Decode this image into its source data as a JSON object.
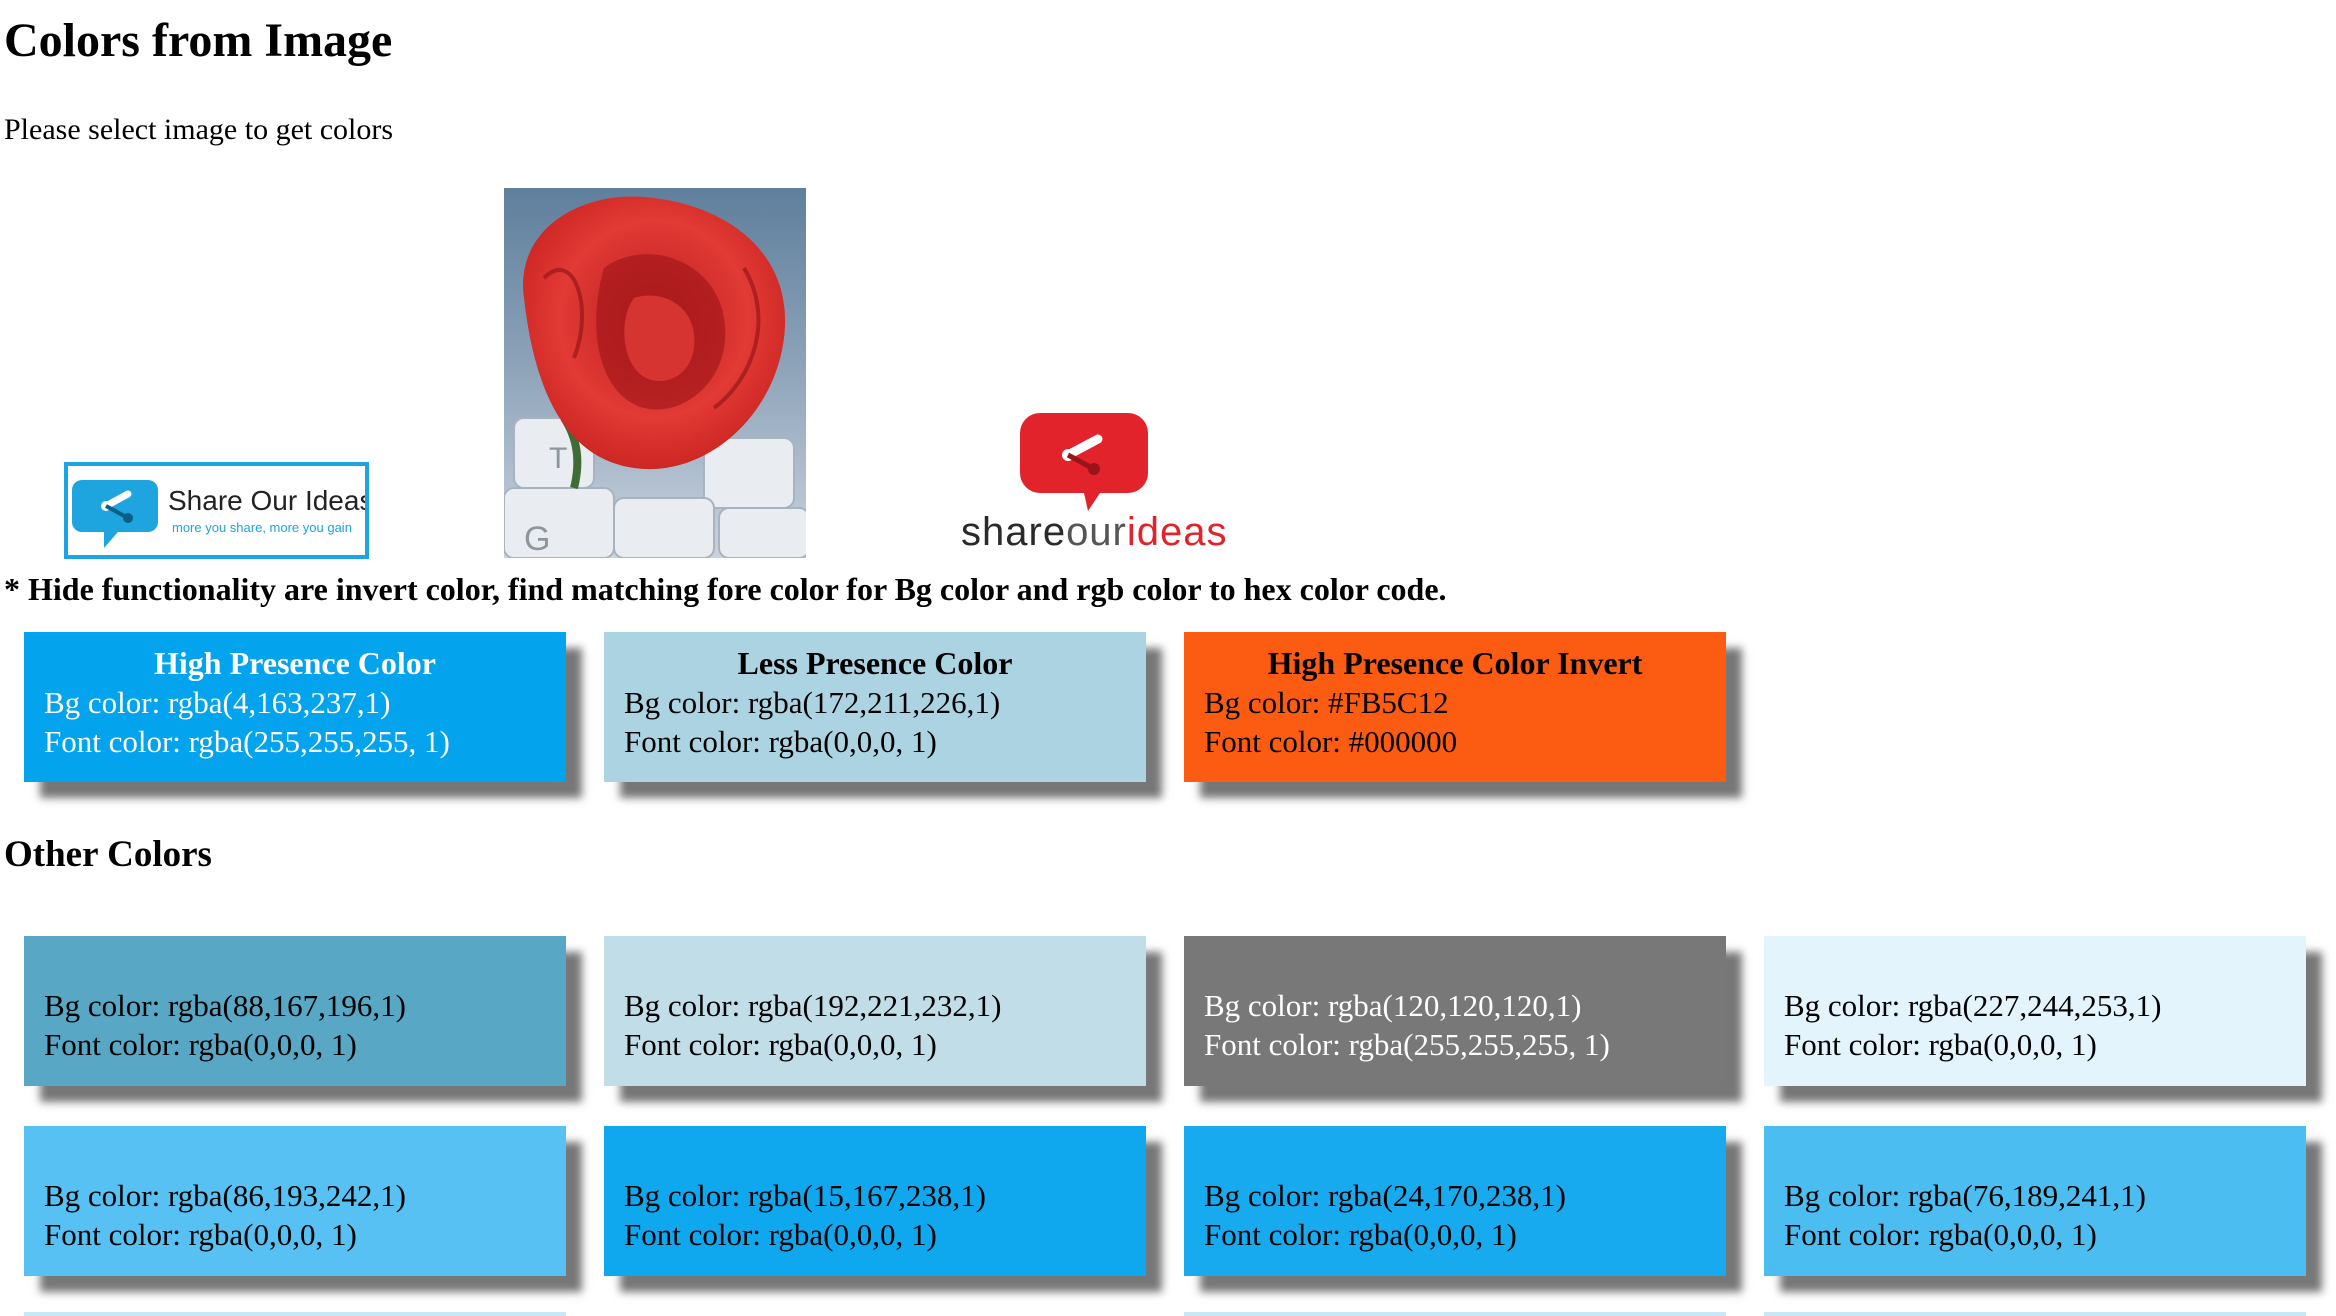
{
  "page": {
    "title": "Colors from Image",
    "subtitle": "Please select image to get colors",
    "note": "* Hide functionality are invert color, find matching fore color for Bg color and rgb color to hex color code.",
    "other_title": "Other Colors"
  },
  "images": {
    "logo1": {
      "brand": "Share Our Ideas",
      "tagline": "more you share, more you gain"
    },
    "logo2": {
      "part1": "share",
      "part2": "our",
      "part3": "ideas"
    },
    "rose_keys": [
      "T",
      "G"
    ]
  },
  "primary": [
    {
      "title": "High Presence Color",
      "bg_label": "Bg color: rgba(4,163,237,1)",
      "font_label": "Font color: rgba(255,255,255, 1)",
      "bg": "#04a3ed",
      "fg": "#ffffff"
    },
    {
      "title": "Less Presence Color",
      "bg_label": "Bg color: rgba(172,211,226,1)",
      "font_label": "Font color: rgba(0,0,0, 1)",
      "bg": "#acd3e2",
      "fg": "#000000"
    },
    {
      "title": "High Presence Color Invert",
      "bg_label": "Bg color: #FB5C12",
      "font_label": "Font color: #000000",
      "bg": "#fb5c12",
      "fg": "#000000"
    }
  ],
  "others": [
    {
      "bg_label": "Bg color: rgba(88,167,196,1)",
      "font_label": "Font color: rgba(0,0,0, 1)",
      "bg": "#58a7c4",
      "fg": "#000000"
    },
    {
      "bg_label": "Bg color: rgba(192,221,232,1)",
      "font_label": "Font color: rgba(0,0,0, 1)",
      "bg": "#c0dde8",
      "fg": "#000000"
    },
    {
      "bg_label": "Bg color: rgba(120,120,120,1)",
      "font_label": "Font color: rgba(255,255,255, 1)",
      "bg": "#787878",
      "fg": "#ffffff"
    },
    {
      "bg_label": "Bg color: rgba(227,244,253,1)",
      "font_label": "Font color: rgba(0,0,0, 1)",
      "bg": "#e3f4fd",
      "fg": "#000000"
    },
    {
      "bg_label": "Bg color: rgba(86,193,242,1)",
      "font_label": "Font color: rgba(0,0,0, 1)",
      "bg": "#56c1f2",
      "fg": "#000000"
    },
    {
      "bg_label": "Bg color: rgba(15,167,238,1)",
      "font_label": "Font color: rgba(0,0,0, 1)",
      "bg": "#0fa7ee",
      "fg": "#000000"
    },
    {
      "bg_label": "Bg color: rgba(24,170,238,1)",
      "font_label": "Font color: rgba(0,0,0, 1)",
      "bg": "#18aaee",
      "fg": "#000000"
    },
    {
      "bg_label": "Bg color: rgba(76,189,241,1)",
      "font_label": "Font color: rgba(0,0,0, 1)",
      "bg": "#4cbdf1",
      "fg": "#000000"
    }
  ],
  "partial_row_colors": [
    "#c9e8f6",
    "#ffffff",
    "#c9e8f6",
    "#c9e8f6"
  ]
}
